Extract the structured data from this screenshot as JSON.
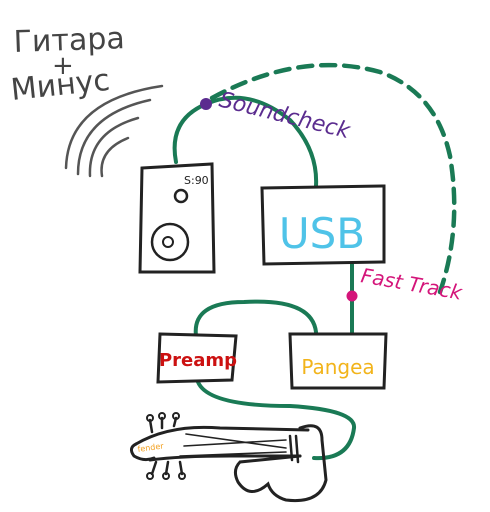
{
  "title": {
    "line1": "Гитара",
    "plus": "+",
    "line2": "Минус"
  },
  "nodes": {
    "speaker": {
      "label": "S:90"
    },
    "usb": {
      "label": "USB"
    },
    "preamp": {
      "label": "Preamp"
    },
    "pangea": {
      "label": "Pangea"
    },
    "guitar": {
      "label": "fender"
    }
  },
  "connectors": {
    "top": {
      "label": "Soundcheck"
    },
    "mid": {
      "label": "Fast Track"
    }
  },
  "colors": {
    "cable": "#1a7a55",
    "top_connector": "#5b2c8f",
    "mid_connector": "#d4157a",
    "usb_text": "#4fc3e8",
    "preamp_text": "#cc1111",
    "pangea_text": "#f2b41b",
    "ink": "#222222"
  }
}
